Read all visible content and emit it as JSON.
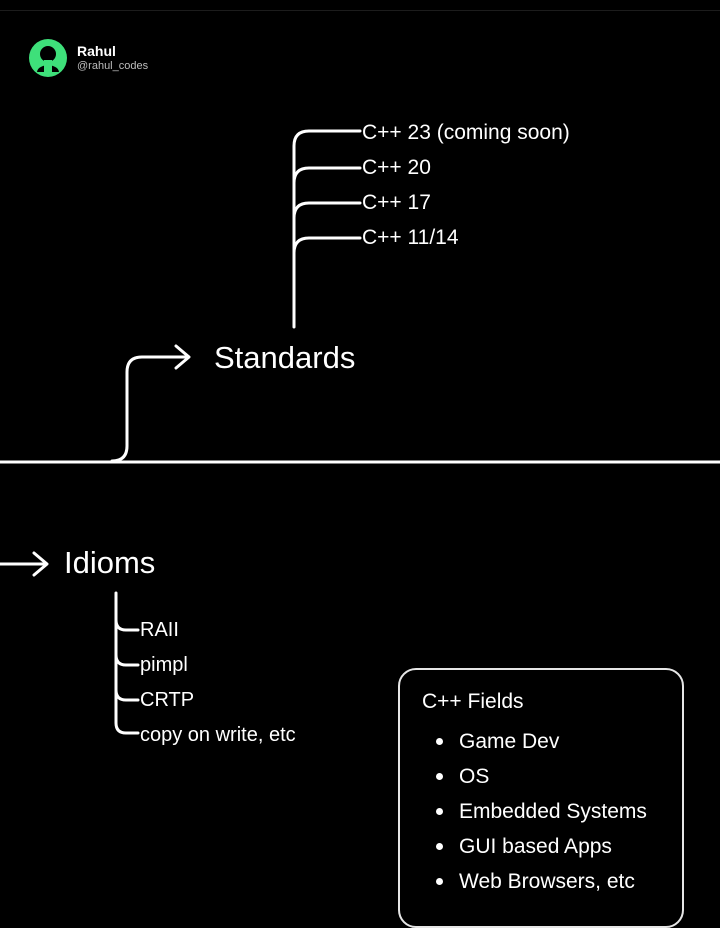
{
  "author": {
    "name": "Rahul",
    "handle": "@rahul_codes"
  },
  "standards": {
    "title": "Standards",
    "items": [
      "C++ 23 (coming soon)",
      "C++ 20",
      "C++ 17",
      "C++ 11/14"
    ]
  },
  "idioms": {
    "title": "Idioms",
    "items": [
      "RAII",
      "pimpl",
      "CRTP",
      "copy on write, etc"
    ]
  },
  "fields": {
    "title": "C++ Fields",
    "items": [
      "Game Dev",
      "OS",
      "Embedded Systems",
      "GUI based Apps",
      "Web Browsers, etc"
    ]
  },
  "colors": {
    "background": "#000000",
    "foreground": "#ffffff",
    "accent": "#3ee07a"
  }
}
